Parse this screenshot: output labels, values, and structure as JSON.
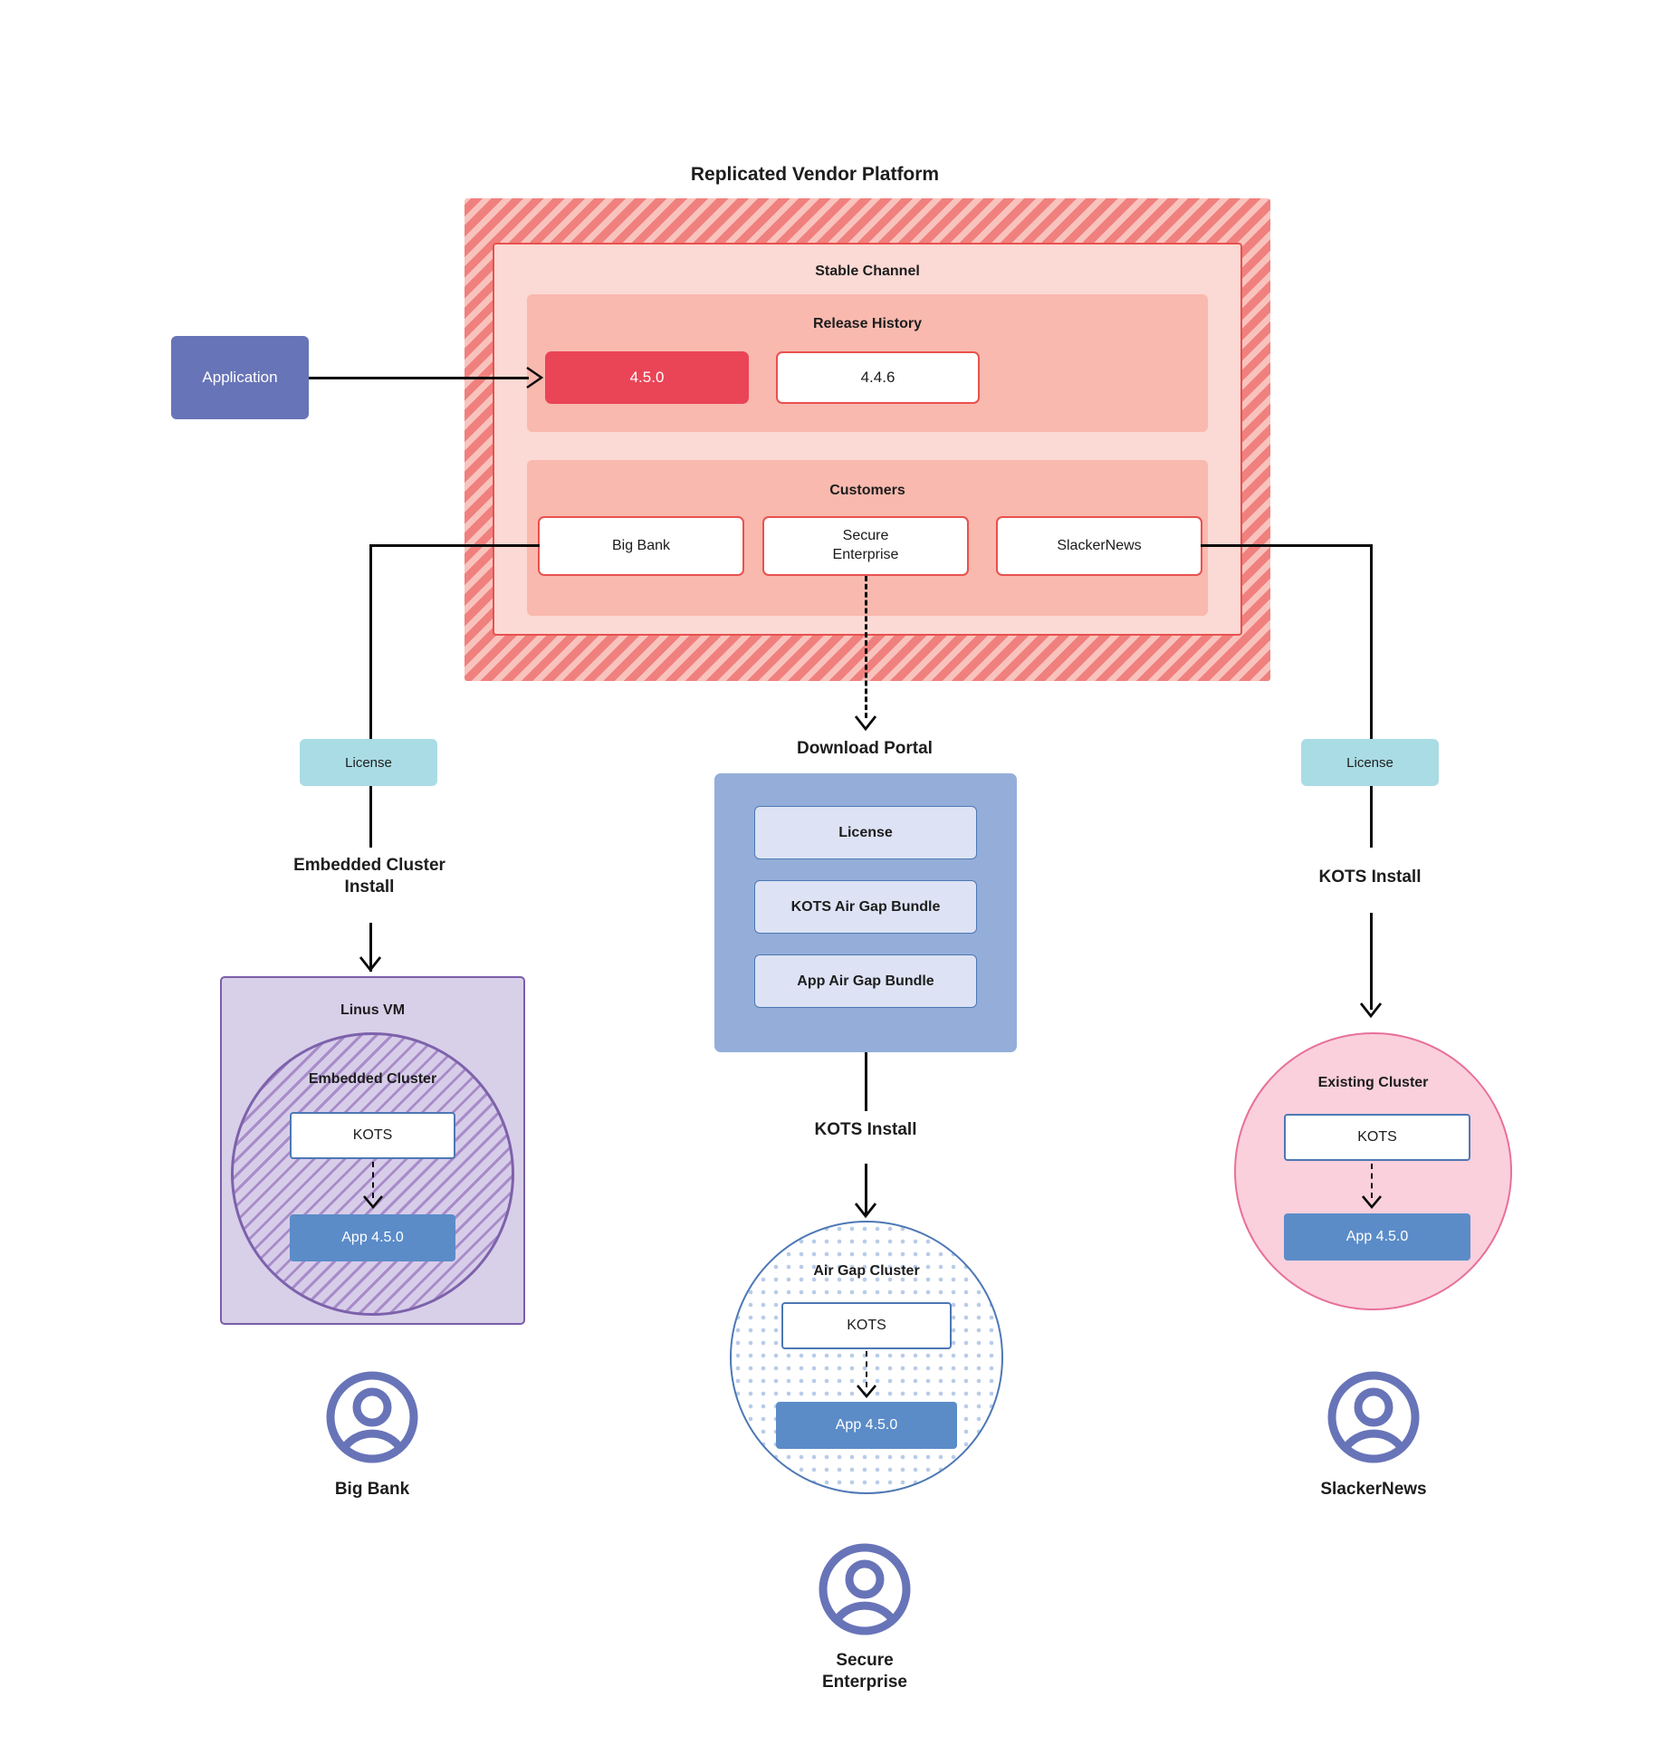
{
  "diagram": {
    "title": "Replicated Vendor Platform",
    "platform": {
      "stable_channel_label": "Stable Channel",
      "release_history_label": "Release History",
      "releases": [
        {
          "version": "4.5.0",
          "state": "current"
        },
        {
          "version": "4.4.6",
          "state": "previous"
        }
      ],
      "customers_label": "Customers",
      "customers": [
        "Big Bank",
        "Secure\nEnterprise",
        "SlackerNews"
      ]
    },
    "application_box": {
      "label": "Application"
    },
    "download_portal": {
      "title": "Download  Portal",
      "items": [
        "License",
        "KOTS Air Gap Bundle",
        "App Air Gap Bundle"
      ]
    },
    "branches": [
      {
        "id": "big-bank",
        "license_label": "License",
        "install_label": "Embedded Cluster\nInstall",
        "host_label": "Linus VM",
        "cluster_label": "Embedded Cluster",
        "kots_label": "KOTS",
        "app_label": "App 4.5.0",
        "customer_label": "Big Bank"
      },
      {
        "id": "secure-enterprise",
        "install_label": "KOTS Install",
        "cluster_label": "Air Gap Cluster",
        "kots_label": "KOTS",
        "app_label": "App 4.5.0",
        "customer_label": "Secure\nEnterprise"
      },
      {
        "id": "slackernews",
        "license_label": "License",
        "install_label": "KOTS Install",
        "cluster_label": "Existing Cluster",
        "kots_label": "KOTS",
        "app_label": "App 4.5.0",
        "customer_label": "SlackerNews"
      }
    ],
    "colors": {
      "platform_hatch": "#f0807e",
      "stable_channel_bg": "#fbd9d4",
      "band_bg": "#f9b9ae",
      "release_current_bg": "#ea4457",
      "customer_border": "#e8514f",
      "application_bg": "#6874b8",
      "license_bg": "#aadce5",
      "portal_bg": "#94aed9",
      "portal_item_bg": "#dde3f4",
      "vm_bg": "#d8cfe9",
      "embedded_border": "#7d62ab",
      "existing_cluster_bg": "#fad0dc",
      "airgap_border": "#4d78b5",
      "app_version_bg": "#5b8cc8",
      "avatar_color": "#6874b8"
    }
  }
}
